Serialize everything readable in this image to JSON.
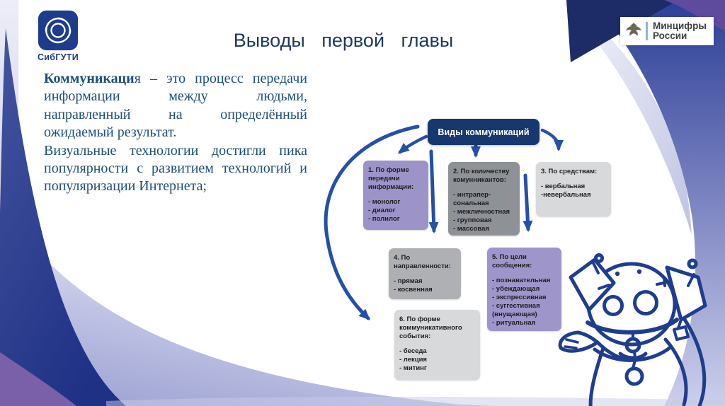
{
  "slide": {
    "title": "Выводы первой главы",
    "paragraph1_lead": "Коммуникаци",
    "paragraph1_rest": "я – это процесс передачи информации между людьми, направленный на определённый ожидаемый результат.",
    "paragraph2": "Визуальные технологии достигли пика популярности с развитием технологий и популяризации Интернета;"
  },
  "brand": {
    "left_logo_label": "СибГУТИ",
    "right_logo_line1": "Минцифры",
    "right_logo_line2": "России"
  },
  "diagram": {
    "header": "Виды коммуникаций",
    "boxes": [
      {
        "title": "1. По форме передачи информации:",
        "items": [
          "- монолог",
          "- диалог",
          "- полилог"
        ],
        "color": "#9c94c9"
      },
      {
        "title": "2. По количеству комунникантов:",
        "items": [
          "- интрапер-",
          "сональная",
          "- межличностная",
          "- групповая",
          "- массовая"
        ],
        "color": "#8e9196"
      },
      {
        "title": "3. По средствам:",
        "items": [
          "- вербальная",
          "-невербальная"
        ],
        "color": "#d8d9db"
      },
      {
        "title": "4. По направленности:",
        "items": [
          "- прямая",
          "- косвенная"
        ],
        "color": "#aeb0b4"
      },
      {
        "title": "5. По цели сообщения:",
        "items": [
          "- познавательная",
          "- убеждающая",
          "- экспрессивная",
          "- суггестивная",
          "(внущающая)",
          "- ритуальная"
        ],
        "color": "#9e96cb"
      },
      {
        "title": "6. По форме коммуникативного события:",
        "items": [
          "- беседа",
          "- лекция",
          "- митинг"
        ],
        "color": "#d8d9db"
      }
    ]
  },
  "colors": {
    "title_navy": "#1f3864",
    "body_text": "#1f4e79",
    "diagram_header_bg": "#17386f",
    "arrow_blue": "#2450a5",
    "box_purple": "#9c94c9",
    "box_gray_dark": "#8e9196",
    "box_gray_mid": "#aeb0b4",
    "box_gray_light": "#d8d9db",
    "band_blue": "#2d3f97",
    "band_purple": "#7a5fa9",
    "mascot_ink": "#1f3d8f"
  }
}
